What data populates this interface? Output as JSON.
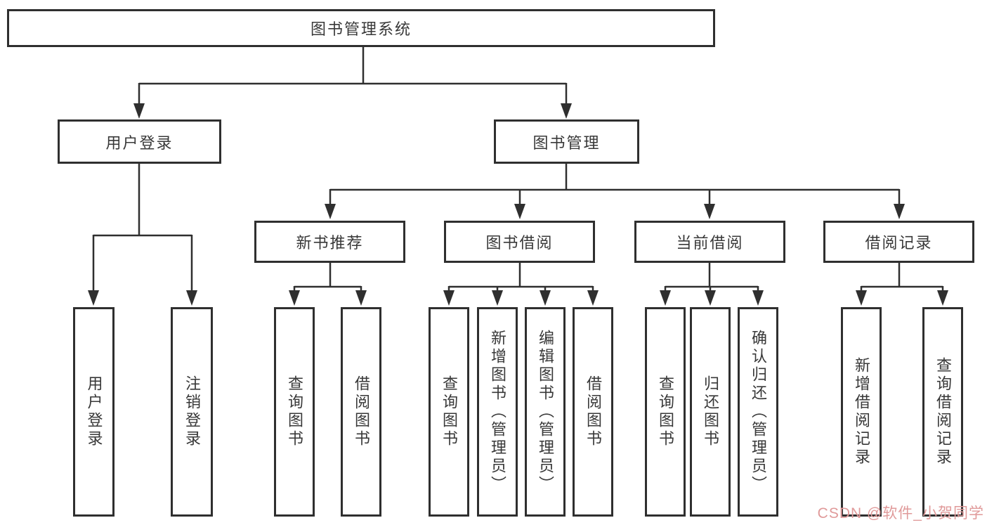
{
  "colors": {
    "line": "#2f2f2f",
    "box_border": "#2f2f2f",
    "text": "#383838",
    "background": "#ffffff",
    "watermark": "#e09a9a"
  },
  "root": {
    "label": "图书管理系统"
  },
  "level2": [
    {
      "label": "用户登录"
    },
    {
      "label": "图书管理"
    }
  ],
  "level3": [
    {
      "label": "新书推荐"
    },
    {
      "label": "图书借阅"
    },
    {
      "label": "当前借阅"
    },
    {
      "label": "借阅记录"
    }
  ],
  "leaves": {
    "user_login": [
      "用户登录",
      "注销登录"
    ],
    "new_book_recommend": [
      "查询图书",
      "借阅图书"
    ],
    "book_borrow": [
      "查询图书",
      "新增图书（管理员）",
      "编辑图书（管理员）",
      "借阅图书"
    ],
    "current_borrow": [
      "查询图书",
      "归还图书",
      "确认归还（管理员）"
    ],
    "borrow_records": [
      "新增借阅记录",
      "查询借阅记录"
    ]
  },
  "watermark": "CSDN @软件_小贺同学"
}
